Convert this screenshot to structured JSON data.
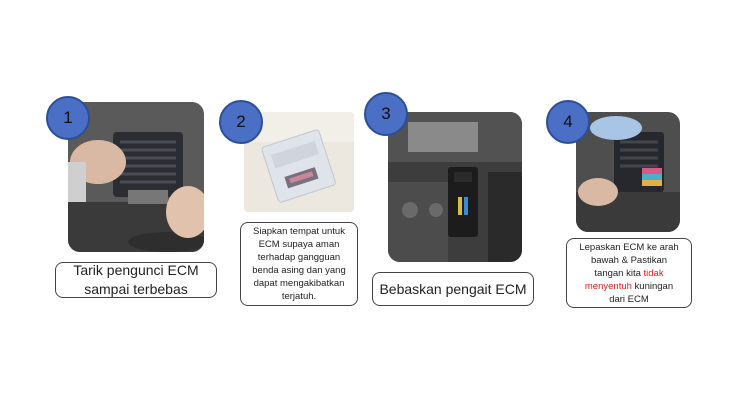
{
  "steps": [
    {
      "number": "1",
      "caption_line1": "Tarik pengunci ECM",
      "caption_line2": "sampai terbebas"
    },
    {
      "number": "2",
      "caption_lines": [
        "Siapkan tempat untuk",
        "ECM supaya aman",
        "terhadap gangguan",
        "benda asing dan yang",
        "dapat mengakibatkan",
        "terjatuh."
      ]
    },
    {
      "number": "3",
      "caption": "Bebaskan pengait ECM"
    },
    {
      "number": "4",
      "caption_line1": "Lepaskan ECM ke arah",
      "caption_line2": "bawah & Pastikan",
      "caption_line3_a": "tangan kita ",
      "caption_line3_b": "tidak",
      "caption_line4_a": "menyentuh",
      "caption_line4_b": " kuningan",
      "caption_line5": "dari ECM"
    }
  ],
  "colors": {
    "badge": "#4a6fc4",
    "highlight": "#e02020"
  }
}
